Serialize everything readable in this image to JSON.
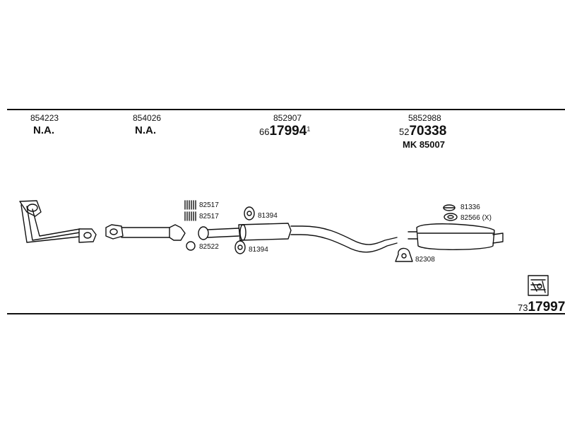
{
  "header": {
    "col1": {
      "part": "854223",
      "status": "N.A."
    },
    "col2": {
      "part": "854026",
      "status": "N.A."
    },
    "col3": {
      "part": "852907",
      "code_prefix": "66",
      "code_main": "17994",
      "code_suffix": "1"
    },
    "col4": {
      "part": "5852988",
      "code_prefix": "52",
      "code_main": "70338",
      "mk": "MK 85007"
    }
  },
  "labels": {
    "clamp1": "82517",
    "clamp2": "82517",
    "ring": "82522",
    "hanger_top": "81394",
    "hanger_bottom": "81394",
    "mount_top": "81336",
    "mount_mid": "82566 (X)",
    "bracket": "82308"
  },
  "footer": {
    "code_prefix": "73",
    "code_main": "17997"
  },
  "icons": {
    "kit_icon": "kit-box-icon"
  }
}
